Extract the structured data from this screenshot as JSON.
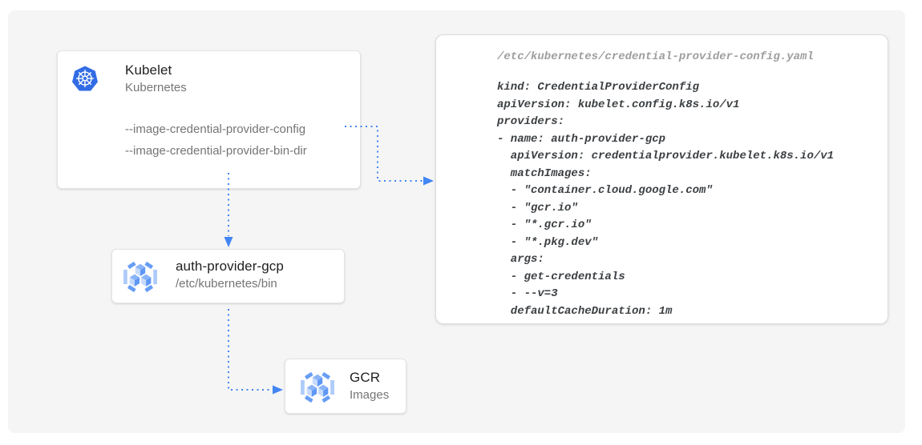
{
  "diagram": {
    "nodes": {
      "kubelet": {
        "title": "Kubelet",
        "subtitle": "Kubernetes",
        "flags": [
          "--image-credential-provider-config",
          "--image-credential-provider-bin-dir"
        ],
        "icon": "kubernetes-helm-icon"
      },
      "auth_provider": {
        "title": "auth-provider-gcp",
        "subtitle": "/etc/kubernetes/bin",
        "icon": "container-registry-cubes-icon"
      },
      "gcr": {
        "title": "GCR",
        "subtitle": "Images",
        "icon": "container-registry-cubes-icon"
      }
    },
    "arrows": [
      {
        "from": "kubelet-flag-image-credential-provider-config",
        "to": "code-panel"
      },
      {
        "from": "kubelet",
        "to": "auth-provider-gcp"
      },
      {
        "from": "auth-provider-gcp",
        "to": "gcr"
      }
    ],
    "code_panel": {
      "filename": "/etc/kubernetes/credential-provider-config.yaml",
      "lines": [
        "kind: CredentialProviderConfig",
        "apiVersion: kubelet.config.k8s.io/v1",
        "providers:",
        "- name: auth-provider-gcp",
        "  apiVersion: credentialprovider.kubelet.k8s.io/v1",
        "  matchImages:",
        "  - \"container.cloud.google.com\"",
        "  - \"gcr.io\"",
        "  - \"*.gcr.io\"",
        "  - \"*.pkg.dev\"",
        "  args:",
        "  - get-credentials",
        "  - --v=3",
        "  defaultCacheDuration: 1m"
      ]
    },
    "colors": {
      "arrow_blue": "#4285F4",
      "kubernetes_blue": "#326CE5",
      "canvas_bg": "#F5F5F5",
      "card_bg": "#FFFFFF",
      "title_text": "#212121",
      "muted_text": "#757575",
      "code_text": "#3C4043",
      "filename_text": "#9E9E9E"
    }
  }
}
